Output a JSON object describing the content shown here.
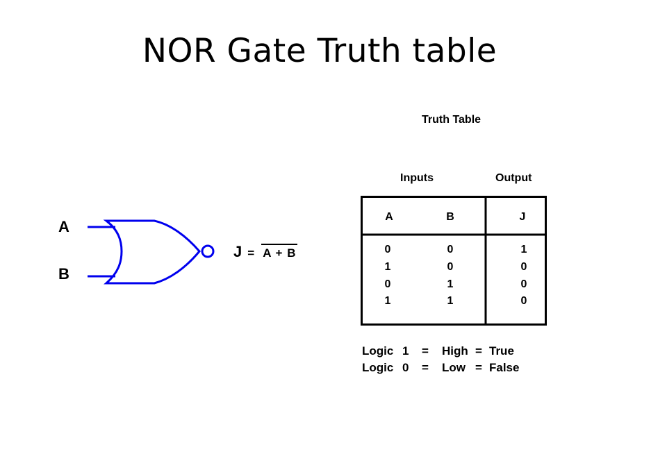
{
  "slide": {
    "title": "NOR Gate Truth table"
  },
  "gate": {
    "input_a": "A",
    "input_b": "B",
    "output": "J",
    "equals": "=",
    "expression": "A + B",
    "wire_color": "#0000ee"
  },
  "truth_table": {
    "title": "Truth Table",
    "inputs_header": "Inputs",
    "output_header": "Output",
    "columns": [
      "A",
      "B",
      "J"
    ],
    "rows": [
      [
        "0",
        "0",
        "1"
      ],
      [
        "1",
        "0",
        "0"
      ],
      [
        "0",
        "1",
        "0"
      ],
      [
        "1",
        "1",
        "0"
      ]
    ]
  },
  "legend": {
    "rows": [
      {
        "logic": "Logic",
        "value": "1",
        "eq1": "=",
        "level": "High",
        "eq2": "=",
        "meaning": "True"
      },
      {
        "logic": "Logic",
        "value": "0",
        "eq1": "=",
        "level": "Low",
        "eq2": "=",
        "meaning": "False"
      }
    ]
  }
}
